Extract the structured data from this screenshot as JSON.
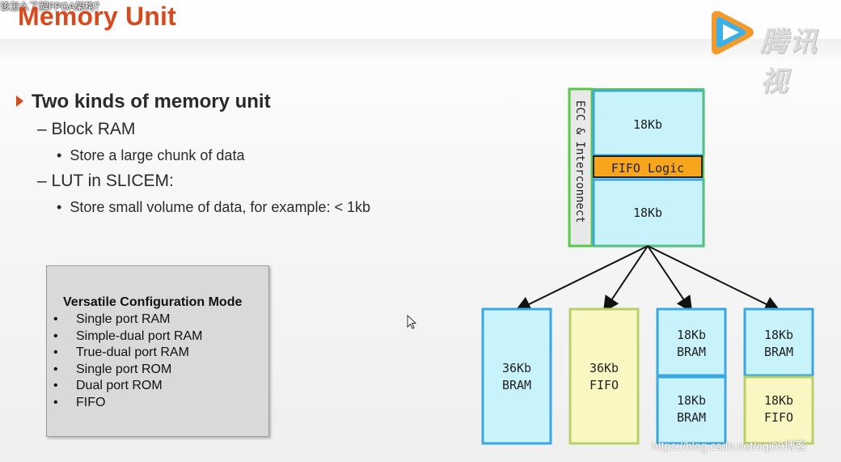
{
  "video_caption": "该怎么了解FPGA架构？",
  "slide": {
    "title": "Memory Unit",
    "logo_text": "腾讯视"
  },
  "bullets": {
    "heading": "Two kinds of memory unit",
    "block_ram": "– Block RAM",
    "block_ram_detail": "Store a large chunk of data",
    "lut": "– LUT in SLICEM:",
    "lut_detail": "Store small volume of data, for example: < 1kb"
  },
  "config_box": {
    "title": "Versatile Configuration Mode",
    "items": [
      "Single port RAM",
      "Simple-dual port RAM",
      "True-dual port RAM",
      "Single port ROM",
      "Dual port ROM",
      "FIFO"
    ]
  },
  "diagram": {
    "ecc_label": "ECC & Interconnect",
    "top_upper": "18Kb",
    "fifo_logic": "FIFO Logic",
    "top_lower": "18Kb",
    "box1": [
      "36Kb",
      "BRAM"
    ],
    "box2": [
      "36Kb",
      "FIFO"
    ],
    "box3_top": [
      "18Kb",
      "BRAM"
    ],
    "box3_bottom": [
      "18Kb",
      "BRAM"
    ],
    "box4_top": [
      "18Kb",
      "BRAM"
    ],
    "box4_bottom": [
      "18Kb",
      "FIFO"
    ],
    "colors": {
      "bram_fill": "#c8f3fb",
      "bram_border": "#3aa7e0",
      "fifo_fill": "#fbf7c2",
      "fifo_border": "#b9d06a",
      "fifo_logic_fill": "#f7a51d",
      "ecc_border": "#5ac84a"
    }
  },
  "watermark": "https://blog.csdn.net/aqi00博客",
  "colors": {
    "title": "#d64a1e"
  }
}
